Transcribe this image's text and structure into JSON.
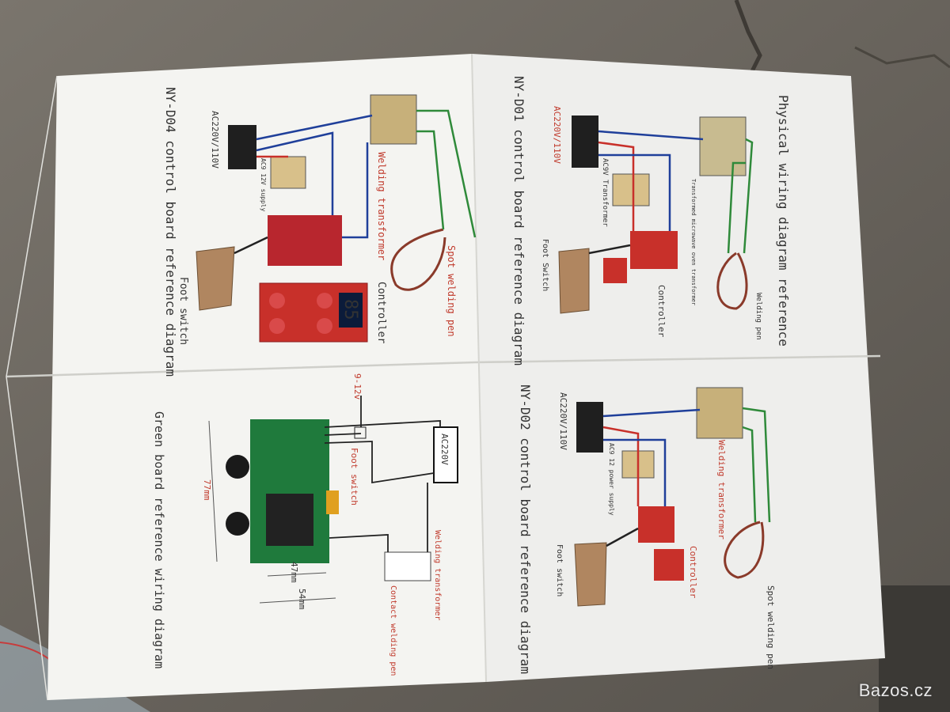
{
  "sheet": {
    "q_tl": {
      "title": "NY-D04 control board reference diagram",
      "labels": {
        "supply": "AC220V/110V",
        "small_transformer": "AC9 12V supply",
        "welding_transformer": "Welding transformer",
        "pen": "Spot welding pen",
        "controller": "Controller",
        "foot": "Foot switch",
        "display": "85"
      }
    },
    "q_tr": {
      "heading": "Physical wiring diagram reference",
      "title": "NY-D01 control board reference diagram",
      "labels": {
        "supply": "AC220V/110V",
        "ac9": "AC9V Transformer",
        "transformer": "Transformed microwave oven transformer",
        "pen": "Welding pen",
        "controller": "Controller",
        "foot": "Foot Switch"
      }
    },
    "q_bl": {
      "title": "Green board reference wiring diagram",
      "labels": {
        "voltage": "9-12v",
        "foot": "Foot switch",
        "ac": "AC220V",
        "welding_transformer": "Welding transformer",
        "contact": "Contact welding pen",
        "dim_77": "77mm",
        "dim_47": "47mm",
        "dim_54": "54mm"
      }
    },
    "q_br": {
      "title": "NY-D02 control board reference diagram",
      "labels": {
        "supply": "AC220V/110V",
        "ac9": "AC9 12 power supply",
        "welding_transformer": "Welding transformer",
        "pen": "Spot welding pen",
        "controller": "Controller",
        "foot": "Foot switch"
      }
    }
  },
  "watermark": "Bazos.cz",
  "colors": {
    "wire_blue": "#1f3f9a",
    "wire_red": "#c8302a",
    "wire_green": "#2f8a3a",
    "board_red": "#b8262e",
    "board_green": "#1f7a3c",
    "foot_tan": "#b08660"
  }
}
